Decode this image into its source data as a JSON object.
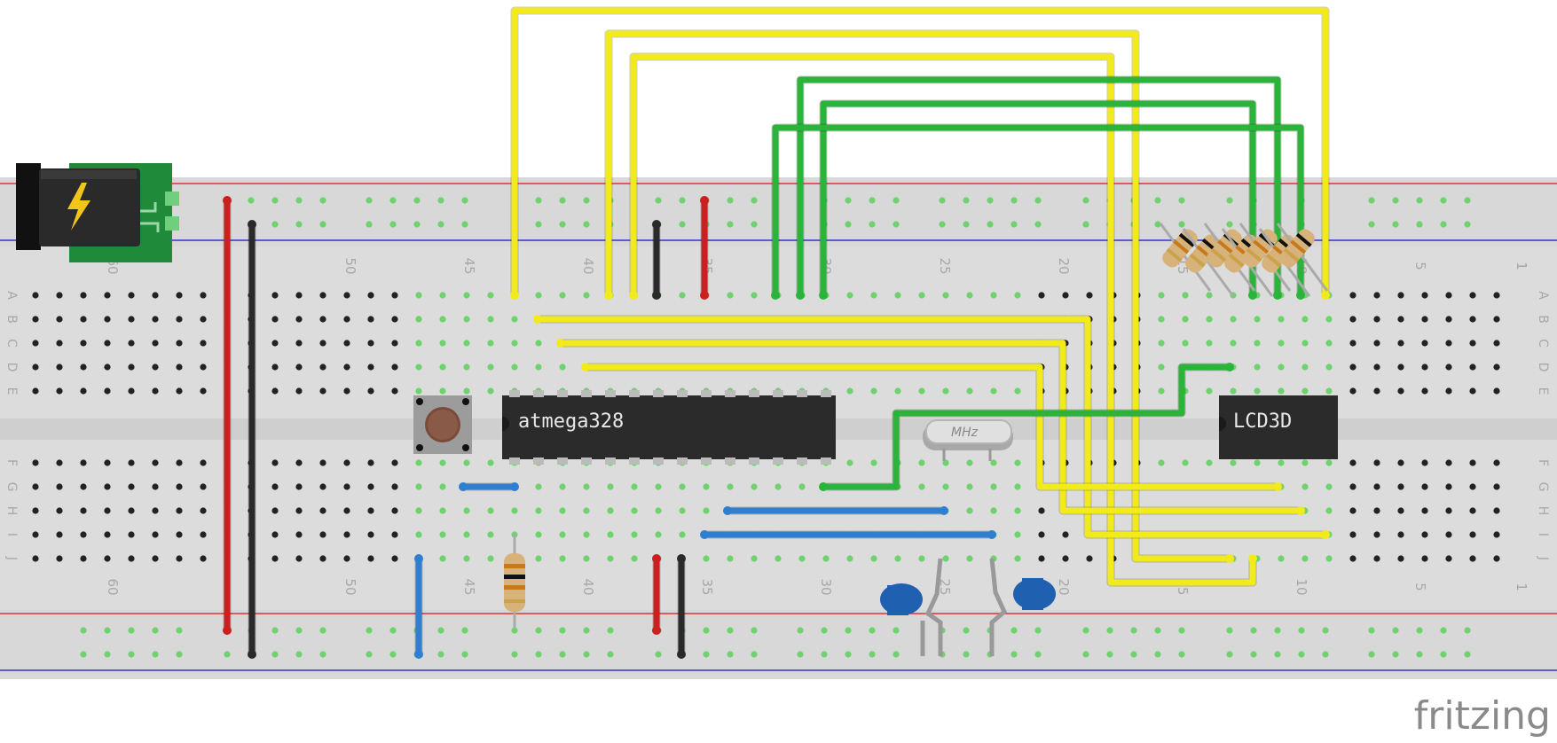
{
  "diagram": {
    "chip_label": "atmega328",
    "display_label": "LCD3D",
    "crystal_label": "MHz",
    "brand": "fritzing",
    "row_letters": [
      "A",
      "B",
      "C",
      "D",
      "E",
      "F",
      "G",
      "H",
      "I",
      "J"
    ],
    "column_numbers_top": [
      "60",
      "50",
      "45",
      "40",
      "35",
      "30",
      "25",
      "20",
      "15",
      "10",
      "5",
      "1"
    ],
    "column_numbers_bottom": [
      "60",
      "50",
      "45",
      "40",
      "35",
      "30",
      "25",
      "20",
      "15",
      "10",
      "5",
      "1"
    ],
    "wire_colors": {
      "yellow": "#f2ea1a",
      "green": "#2bb43a",
      "red": "#cc1f1f",
      "black": "#2a2a2a",
      "blue": "#2f7fd1"
    },
    "icons": [
      "power-jack-icon",
      "lightning-bolt-icon",
      "pushbutton-icon"
    ]
  }
}
